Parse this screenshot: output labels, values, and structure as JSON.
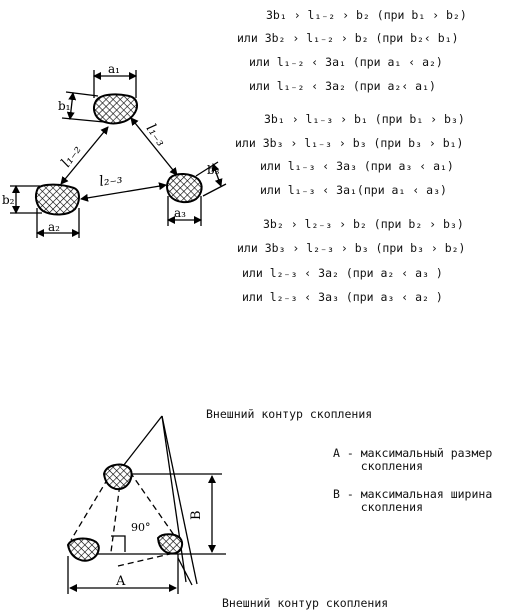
{
  "diagram1": {
    "labels": {
      "a1": "a₁",
      "b1": "b₁",
      "a2": "a₂",
      "b2": "b₂",
      "a3": "a₃",
      "b3": "b₃",
      "l12": "l₁₋₂",
      "l13": "l₁₋₃",
      "l23": "l₂₋₃"
    }
  },
  "inequalities": {
    "group1": [
      "3b₁ › l₁₋₂ › b₂  (при b₁ › b₂)",
      "или 3b₂ › l₁₋₂ › b₂  (при b₂‹ b₁)",
      "или  l₁₋₂ ‹ 3a₁ (при a₁ ‹ a₂)",
      "или  l₁₋₂ ‹ 3a₂ (при a₂‹ a₁)"
    ],
    "group2": [
      "3b₁ › l₁₋₃ › b₁ (при b₁ › b₃)",
      "или 3b₃ › l₁₋₃ › b₃ (при b₃ › b₁)",
      "или  l₁₋₃ ‹ 3a₃ (при a₃ ‹ a₁)",
      "или  l₁₋₃ ‹ 3a₁(при a₁ ‹ a₃)"
    ],
    "group3": [
      "3b₂ › l₂₋₃ ›  b₂ (при b₂ ›  b₃)",
      "или 3b₃ › l₂₋₃ › b₃ (при b₃ › b₂)",
      "или l₂₋₃ ‹ 3a₂  (при a₂  ‹ a₃  )",
      "или l₂₋₃ ‹ 3a₃  (при a₃  ‹ a₂  )"
    ]
  },
  "diagram2": {
    "caption_top": "Внешний контур скопления",
    "caption_bottom": "Внешний контур скопления",
    "label_A": "A",
    "label_B": "B",
    "angle": "90°",
    "legend_A": "А - максимальный размер\n    скопления",
    "legend_B": "В - максимальная ширина\n    скопления"
  }
}
